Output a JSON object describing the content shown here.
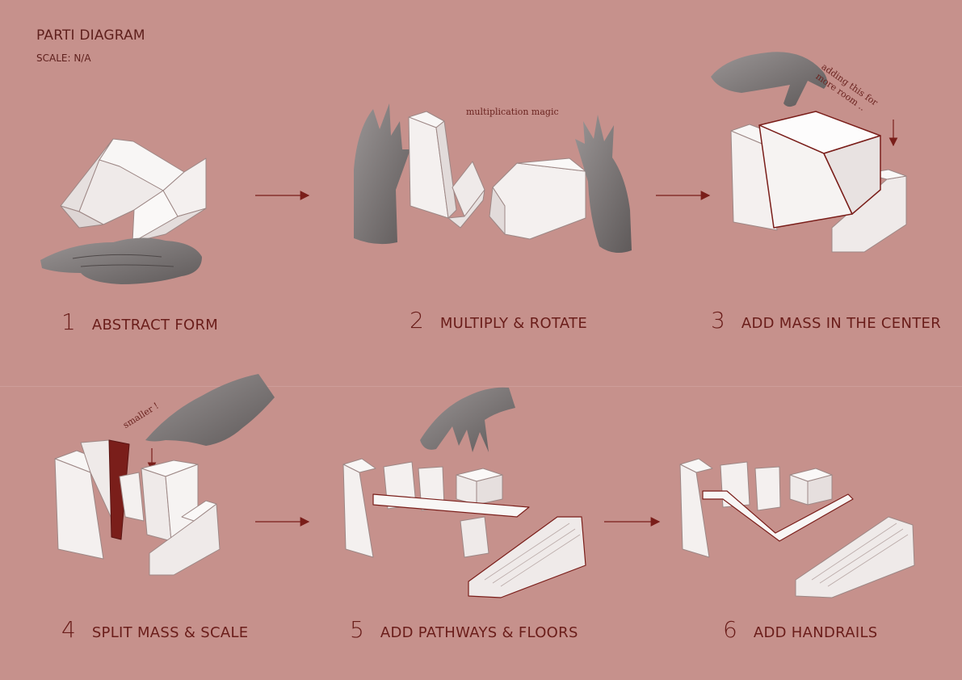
{
  "header": {
    "title": "PARTI DIAGRAM",
    "scale": "SCALE: N/A"
  },
  "steps": [
    {
      "num": "1",
      "label": "ABSTRACT FORM"
    },
    {
      "num": "2",
      "label": "MULTIPLY & ROTATE"
    },
    {
      "num": "3",
      "label": "ADD MASS IN THE CENTER"
    },
    {
      "num": "4",
      "label": "SPLIT MASS & SCALE"
    },
    {
      "num": "5",
      "label": "ADD PATHWAYS & FLOORS"
    },
    {
      "num": "6",
      "label": "ADD HANDRAILS"
    }
  ],
  "annotations": {
    "multiply": "multiplication magic",
    "room_line1": "adding this for",
    "room_line2": "more room ..",
    "smaller": "smaller !"
  },
  "colors": {
    "background": "#c6918c",
    "accent": "#7a1e1a",
    "form": "#f5f1f0"
  },
  "icons": [
    "hand-open-icon",
    "hand-right-icon",
    "hand-left-icon",
    "hand-pinch-icon",
    "hand-pointing-icon",
    "hand-reaching-icon"
  ]
}
